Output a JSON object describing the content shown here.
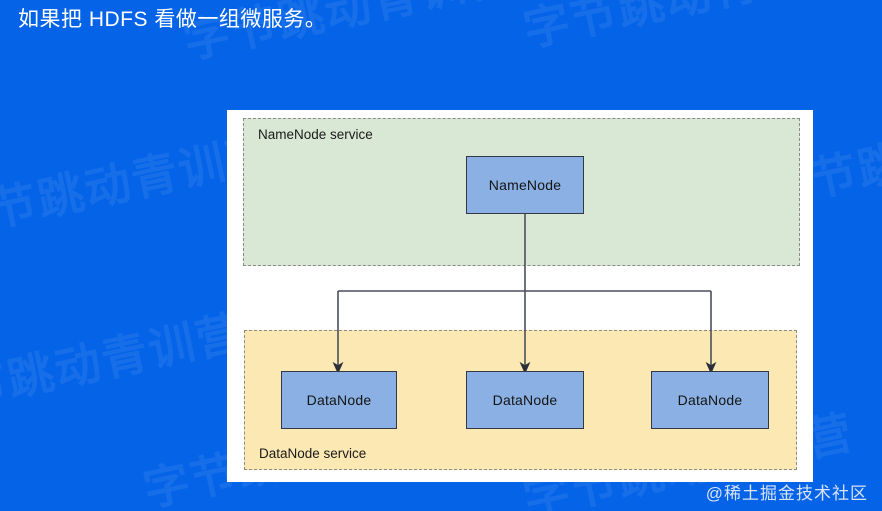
{
  "slide": {
    "title": "如果把 HDFS 看做一组微服务。",
    "background_color": "#0563e8",
    "panel_color": "#ffffff"
  },
  "watermarks": {
    "background_text": "字节跳动青训营",
    "credit_text": "@稀土掘金技术社区"
  },
  "diagram": {
    "type": "architecture",
    "groups": [
      {
        "id": "namenode-service",
        "label": "NameNode service",
        "fill": "#d9e8d4",
        "border": "dashed",
        "label_position": "top-left"
      },
      {
        "id": "datanode-service",
        "label": "DataNode service",
        "fill": "#fce8b2",
        "border": "dashed",
        "label_position": "bottom-left"
      }
    ],
    "nodes": [
      {
        "id": "namenode",
        "label": "NameNode",
        "group": "namenode-service",
        "fill": "#8ab0e4",
        "stroke": "#32384a"
      },
      {
        "id": "datanode-1",
        "label": "DataNode",
        "group": "datanode-service",
        "fill": "#8ab0e4",
        "stroke": "#32384a"
      },
      {
        "id": "datanode-2",
        "label": "DataNode",
        "group": "datanode-service",
        "fill": "#8ab0e4",
        "stroke": "#32384a"
      },
      {
        "id": "datanode-3",
        "label": "DataNode",
        "group": "datanode-service",
        "fill": "#8ab0e4",
        "stroke": "#32384a"
      }
    ],
    "edges": [
      {
        "from": "namenode",
        "to": "datanode-1",
        "arrow": true,
        "style": "orthogonal"
      },
      {
        "from": "namenode",
        "to": "datanode-2",
        "arrow": true,
        "style": "orthogonal"
      },
      {
        "from": "namenode",
        "to": "datanode-3",
        "arrow": true,
        "style": "orthogonal"
      }
    ],
    "edge_color": "#4a4f5c"
  }
}
